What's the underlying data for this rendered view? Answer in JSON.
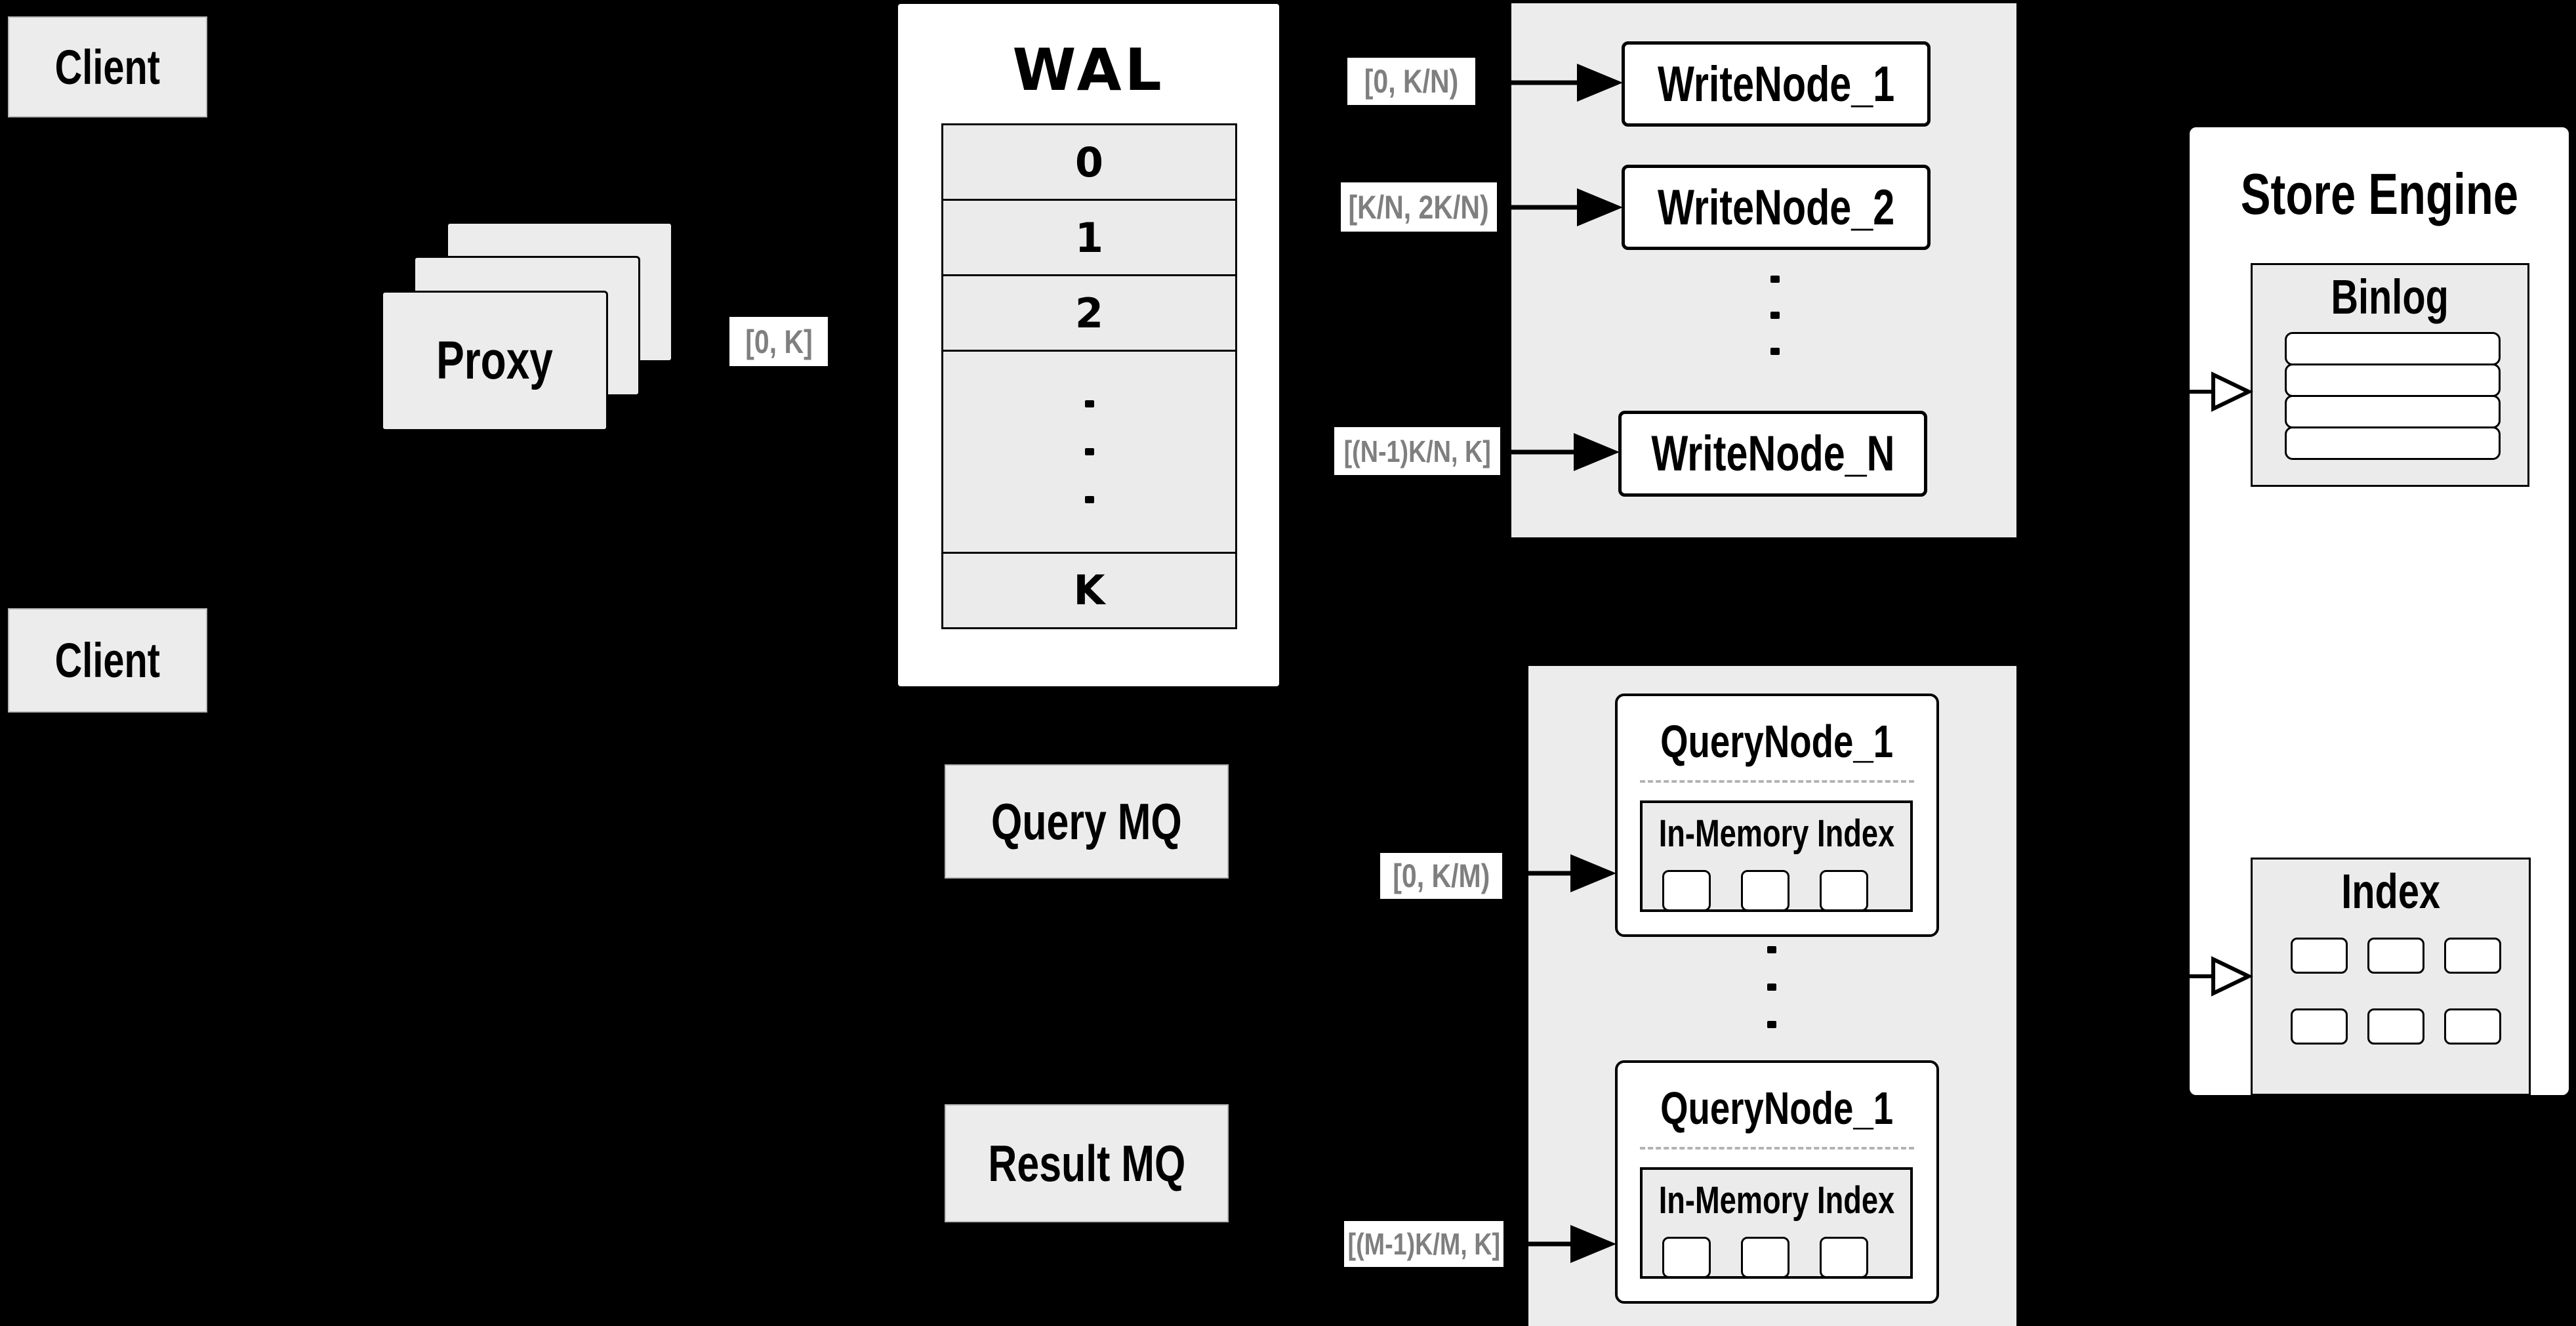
{
  "colors": {
    "background": "#000000",
    "panel_gray": "#ececec",
    "cell_gray": "#ebebeb",
    "box_white": "#ffffff",
    "border_black": "#000000",
    "range_label_text": "#7f7f7f"
  },
  "client_top": {
    "label": "Client"
  },
  "client_bottom": {
    "label": "Client"
  },
  "proxy": {
    "label": "Proxy"
  },
  "wal": {
    "title": "WAL",
    "segments": [
      "0",
      "1",
      "2",
      "K"
    ]
  },
  "write_nodes": {
    "node_1": "WriteNode_1",
    "node_2": "WriteNode_2",
    "node_n": "WriteNode_N"
  },
  "range_labels": {
    "proxy_out": "[0, K]",
    "write_1": "[0, K/N)",
    "write_2": "[K/N, 2K/N)",
    "write_n": "[(N-1)K/N, K]",
    "query_top": "[0, K/M)",
    "query_bottom": "[(M-1)K/M, K]"
  },
  "mq": {
    "query": "Query MQ",
    "result": "Result MQ"
  },
  "query_nodes": {
    "top": {
      "title": "QueryNode_1",
      "index_title": "In-Memory Index"
    },
    "bottom": {
      "title": "QueryNode_1",
      "index_title": "In-Memory Index"
    }
  },
  "store_engine": {
    "title": "Store Engine",
    "binlog_title": "Binlog",
    "index_title": "Index"
  }
}
